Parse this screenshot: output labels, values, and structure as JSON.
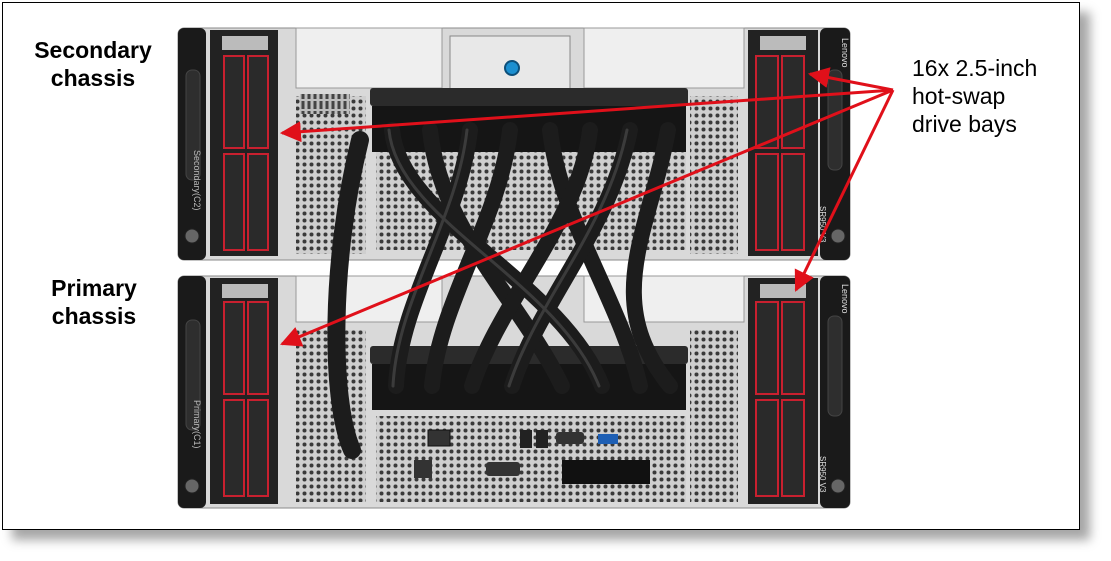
{
  "labels": {
    "secondary": [
      "Secondary",
      "chassis"
    ],
    "primary": [
      "Primary",
      "chassis"
    ],
    "drive_bays": [
      "16x 2.5-inch",
      "hot-swap",
      "drive bays"
    ]
  },
  "chassis": {
    "secondary": {
      "side_label": "Secondary(C2)",
      "brand": "Lenovo",
      "model": "SR950 V3"
    },
    "primary": {
      "side_label": "Primary(C1)",
      "brand": "Lenovo",
      "model": "SR950 V3"
    }
  },
  "colors": {
    "arrow": "#e0101a",
    "chassis_metal": "#d9d9d9",
    "bezel": "#1a1a1a",
    "drive_latch": "#c8202f",
    "cable": "#1c1c1c"
  }
}
